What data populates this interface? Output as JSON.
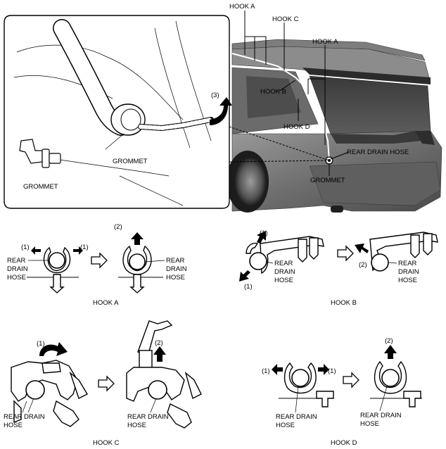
{
  "top": {
    "callouts": {
      "hook_a_1": "HOOK A",
      "hook_c": "HOOK C",
      "hook_a_2": "HOOK A",
      "hook_b": "HOOK B",
      "hook_d": "HOOK D",
      "rear_drain_hose": "REAR DRAIN HOSE",
      "grommet_car": "GROMMET",
      "grommet_inset": "GROMMET",
      "grommet_part": "GROMMET",
      "step_3": "(3)"
    }
  },
  "hooks": {
    "a": {
      "caption": "HOOK A",
      "step1_left": "(1)",
      "step1_right": "(1)",
      "step2": "(2)",
      "hose_line1": "REAR",
      "hose_line2": "DRAIN",
      "hose_line3": "HOSE",
      "hose2_line1": "REAR",
      "hose2_line2": "DRAIN",
      "hose2_line3": "HOSE"
    },
    "b": {
      "caption": "HOOK B",
      "step1_top": "(1)",
      "step1_bottom": "(1)",
      "step2": "(2)",
      "hose_line1": "REAR",
      "hose_line2": "DRAIN",
      "hose_line3": "HOSE",
      "hose2_line1": "REAR",
      "hose2_line2": "DRAIN",
      "hose2_line3": "HOSE"
    },
    "c": {
      "caption": "HOOK C",
      "step1": "(1)",
      "step2": "(2)",
      "hose_line1": "REAR DRAIN",
      "hose_line2": "HOSE",
      "hose2_line1": "REAR DRAIN",
      "hose2_line2": "HOSE"
    },
    "d": {
      "caption": "HOOK D",
      "step1_left": "(1)",
      "step1_right": "(1)",
      "step2": "(2)",
      "hose_line1": "REAR DRAIN",
      "hose_line2": "HOSE",
      "hose2_line1": "REAR DRAIN",
      "hose2_line2": "HOSE"
    }
  }
}
